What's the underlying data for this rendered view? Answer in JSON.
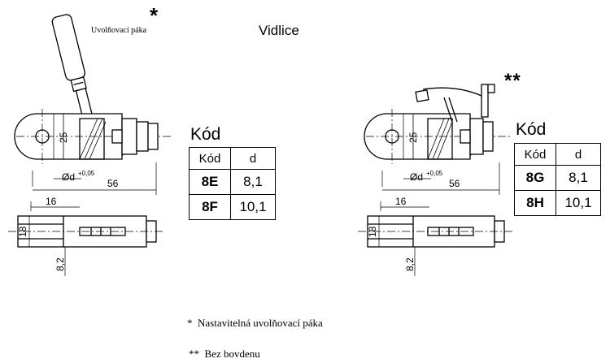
{
  "page_title": "Vidlice",
  "left_drawing": {
    "marker": "*",
    "lever_label": "Uvolňovací páka",
    "dim_height": "25",
    "dim_diameter": "Ød",
    "dim_tolerance": "+0,05",
    "dim_length": "56",
    "dim_slot": "16",
    "dim_width": "18",
    "dim_thickness": "8,2"
  },
  "right_drawing": {
    "marker": "**",
    "dim_height": "25",
    "dim_diameter": "Ød",
    "dim_tolerance": "+0,05",
    "dim_length": "56",
    "dim_slot": "16",
    "dim_width": "18",
    "dim_thickness": "8,2"
  },
  "table_left": {
    "heading": "Kód",
    "columns": [
      "Kód",
      "d"
    ],
    "rows": [
      [
        "8E",
        "8,1"
      ],
      [
        "8F",
        "10,1"
      ]
    ]
  },
  "table_right": {
    "heading": "Kód",
    "columns": [
      "Kód",
      "d"
    ],
    "rows": [
      [
        "8G",
        "8,1"
      ],
      [
        "8H",
        "10,1"
      ]
    ]
  },
  "legend": [
    {
      "mark": "*",
      "text": "Nastavitelná uvolňovací páka"
    },
    {
      "mark": "**",
      "text": "Bez bovdenu"
    }
  ]
}
